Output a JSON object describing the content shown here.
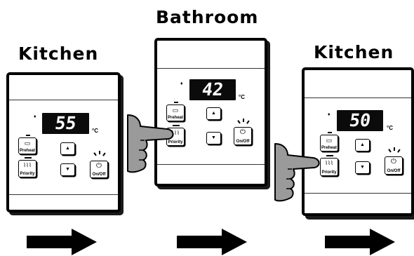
{
  "panels": [
    {
      "title": "Kitchen",
      "temperature": "55",
      "unit": "°C"
    },
    {
      "title": "Bathroom",
      "temperature": "42",
      "unit": "°C"
    },
    {
      "title": "Kitchen",
      "temperature": "50",
      "unit": "°C"
    }
  ],
  "buttons": {
    "preheat_label": "Preheat",
    "priority_label": "Priority",
    "onoff_label": "On/Off",
    "up_icon": "triangle-up",
    "down_icon": "triangle-down"
  },
  "icons": {
    "flame": "flame-icon",
    "hand": "pointing-hand-icon",
    "arrow": "right-arrow-icon"
  },
  "colors": {
    "panel_border": "#000000",
    "lcd_background": "#0b0b0b",
    "lcd_digits": "#ffffff",
    "hand_fill": "#9a9a9a",
    "arrow_fill": "#000000"
  }
}
